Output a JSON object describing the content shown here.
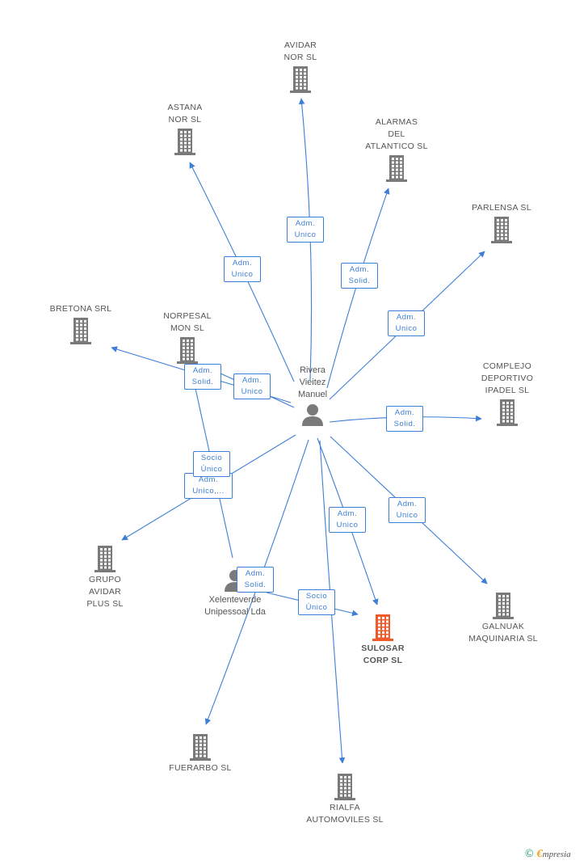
{
  "colors": {
    "edge": "#3d7fd6",
    "building": "#7a7a7a",
    "highlight": "#f05a2a",
    "label": "#555555",
    "person": "#7a7a7a"
  },
  "nodes": [
    {
      "id": "avidar_nor",
      "type": "company",
      "label": "AVIDAR\nNOR SL",
      "icon": "building-icon"
    },
    {
      "id": "astana_nor",
      "type": "company",
      "label": "ASTANA\nNOR SL",
      "icon": "building-icon"
    },
    {
      "id": "alarmas",
      "type": "company",
      "label": "ALARMAS\nDEL\nATLANTICO  SL",
      "icon": "building-icon"
    },
    {
      "id": "parlensa",
      "type": "company",
      "label": "PARLENSA SL",
      "icon": "building-icon"
    },
    {
      "id": "bretona",
      "type": "company",
      "label": "BRETONA SRL",
      "icon": "building-icon"
    },
    {
      "id": "norpesal",
      "type": "company",
      "label": "NORPESAL\nMON  SL",
      "icon": "building-icon"
    },
    {
      "id": "complejo",
      "type": "company",
      "label": "COMPLEJO\nDEPORTIVO\nIPADEL  SL",
      "icon": "building-icon"
    },
    {
      "id": "grupo_avidar",
      "type": "company",
      "label": "GRUPO\nAVIDAR\nPLUS SL",
      "icon": "building-icon"
    },
    {
      "id": "sulosar",
      "type": "company",
      "label": "SULOSAR\nCORP  SL",
      "icon": "building-icon",
      "highlight": true
    },
    {
      "id": "galnuak",
      "type": "company",
      "label": "GALNUAK\nMAQUINARIA SL",
      "icon": "building-icon"
    },
    {
      "id": "fuerarbo",
      "type": "company",
      "label": "FUERARBO SL",
      "icon": "building-icon"
    },
    {
      "id": "rialfa",
      "type": "company",
      "label": "RIALFA\nAUTOMOVILES SL",
      "icon": "building-icon"
    },
    {
      "id": "rivera",
      "type": "person",
      "label": "Rivera\nVieitez\nManuel",
      "icon": "person-icon"
    },
    {
      "id": "xelenteverde",
      "type": "person",
      "label": "Xelenteverde\nUnipessoal Lda",
      "icon": "person-icon"
    }
  ],
  "relations": [
    {
      "from": "rivera",
      "to": "avidar_nor",
      "label": "Adm.\nUnico"
    },
    {
      "from": "rivera",
      "to": "astana_nor",
      "label": "Adm.\nUnico"
    },
    {
      "from": "rivera",
      "to": "alarmas",
      "label": "Adm.\nSolid."
    },
    {
      "from": "rivera",
      "to": "parlensa",
      "label": "Adm.\nUnico"
    },
    {
      "from": "rivera",
      "to": "bretona",
      "label": "Adm.\nUnico"
    },
    {
      "from": "rivera",
      "to": "norpesal",
      "label": "Adm.\nSolid."
    },
    {
      "from": "rivera",
      "to": "complejo",
      "label": "Adm.\nSolid."
    },
    {
      "from": "rivera",
      "to": "grupo_avidar",
      "label": "Adm.\nUnico,..."
    },
    {
      "from": "rivera",
      "to": "sulosar",
      "label": "Adm.\nUnico"
    },
    {
      "from": "rivera",
      "to": "galnuak",
      "label": "Adm.\nUnico"
    },
    {
      "from": "rivera",
      "to": "fuerarbo",
      "label": "Adm.\nSolid."
    },
    {
      "from": "rivera",
      "to": "rialfa",
      "label": ""
    },
    {
      "from": "xelenteverde",
      "to": "norpesal",
      "label": "Socio\nÚnico"
    },
    {
      "from": "xelenteverde",
      "to": "sulosar",
      "label": "Socio\nÚnico"
    }
  ],
  "footer": {
    "copyright": "©",
    "brand_initial": "€",
    "brand_rest": "mpresia"
  }
}
